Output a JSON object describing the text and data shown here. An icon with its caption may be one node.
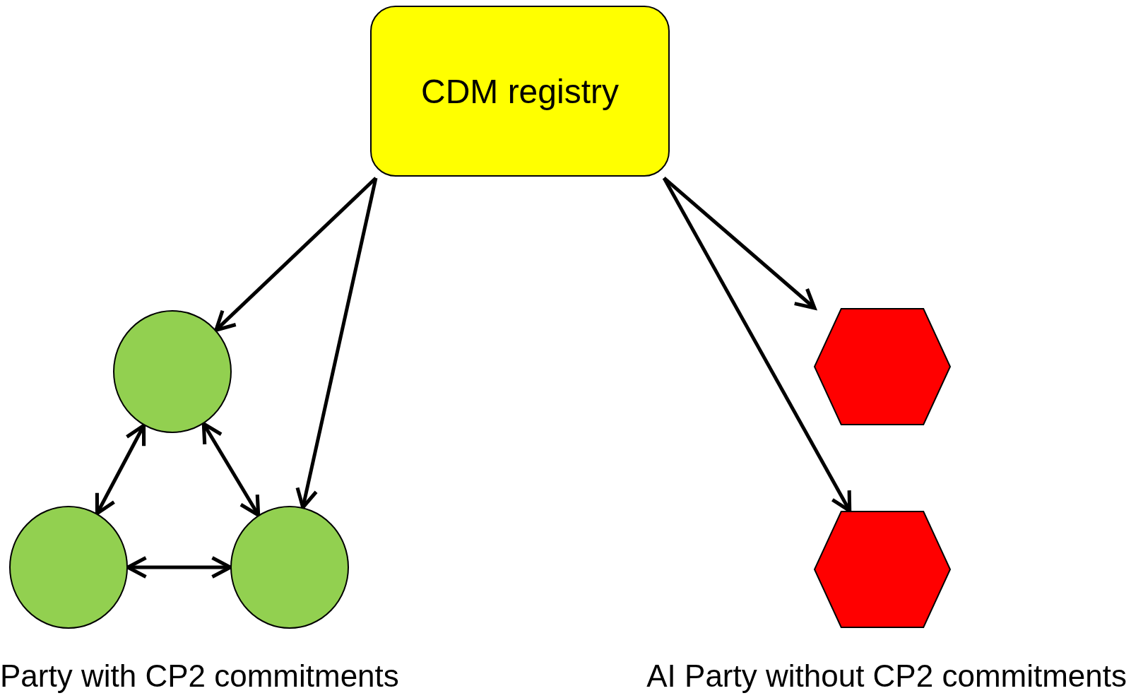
{
  "diagram": {
    "nodes": [
      {
        "text": [
          "CDM registry"
        ]
      },
      {
        "text": [],
        "shape": "circle"
      },
      {
        "text": [],
        "shape": "circle"
      },
      {
        "text": [],
        "shape": "circle"
      },
      {
        "text": [],
        "shape": "hexagon"
      },
      {
        "text": [],
        "shape": "hexagon"
      }
    ],
    "edges": [
      {
        "from": 0,
        "to": 1,
        "arrow": "to"
      },
      {
        "from": 0,
        "to": 3,
        "arrow": "to"
      },
      {
        "from": 0,
        "to": 4,
        "arrow": "to"
      },
      {
        "from": 0,
        "to": 5,
        "arrow": "to"
      },
      {
        "from": 1,
        "to": 2,
        "arrow": "both"
      },
      {
        "from": 1,
        "to": 3,
        "arrow": "both"
      },
      {
        "from": 2,
        "to": 3,
        "arrow": "both"
      }
    ],
    "labels": [
      "Party with CP2 commitments",
      "AI Party without CP2 commitments"
    ]
  }
}
